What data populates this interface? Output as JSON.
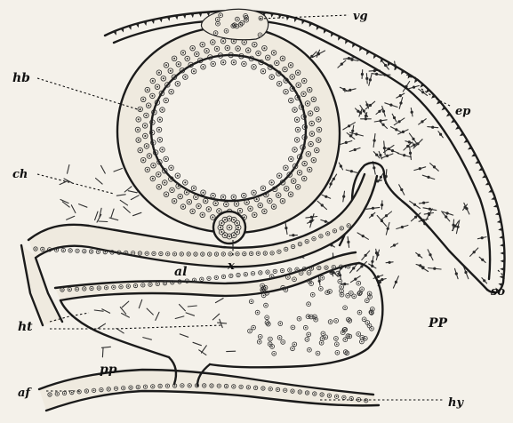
{
  "labels": {
    "vg": "vg",
    "hb": "hb",
    "ep": "ep",
    "ch": "ch",
    "x": "x",
    "al": "al",
    "so": "so",
    "ht": "ht",
    "pp_right": "PP",
    "pp_left": "pp",
    "af": "af",
    "hy": "hy"
  }
}
